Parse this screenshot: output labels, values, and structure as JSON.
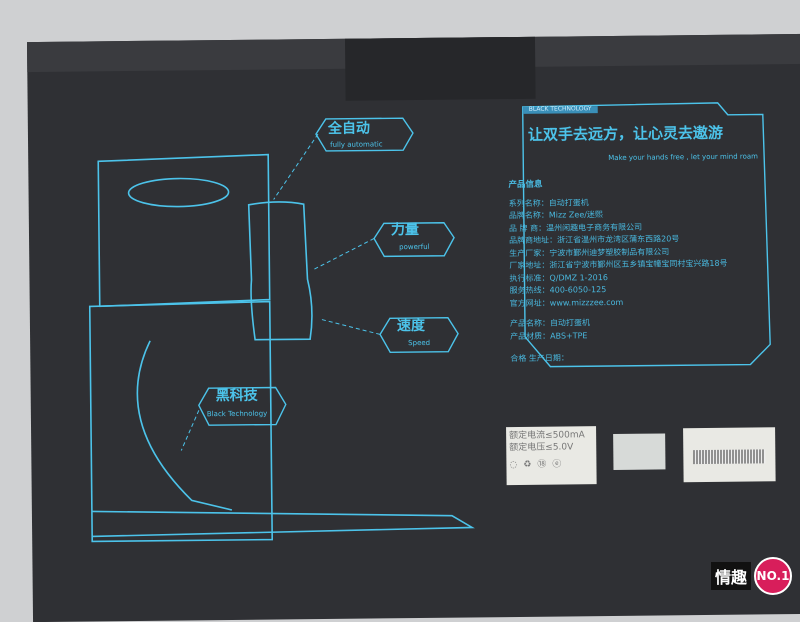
{
  "colors": {
    "box": "#2f3034",
    "line": "#4cc3ea",
    "floor": "#cfd0d2"
  },
  "features": [
    {
      "cn": "全自动",
      "en": "fully automatic"
    },
    {
      "cn": "力量",
      "en": "powerful"
    },
    {
      "cn": "速度",
      "en": "Speed"
    },
    {
      "cn": "黑科技",
      "en": "Black Technology"
    }
  ],
  "panel": {
    "tag": "BLACK TECHNOLOGY",
    "slogan_cn": "让双手去远方，让心灵去遨游",
    "slogan_en": "Make your hands free , let your mind roam",
    "heading": "产品信息",
    "rows": [
      "系列名称：自动打蛋机",
      "品牌名称：Mizz Zee/迷熙",
      "品  牌  商：温州闲趣电子商务有限公司",
      "品牌商地址：浙江省温州市龙湾区蒲东西路20号",
      "生产厂家：宁波市鄞州迪梦塑胶制品有限公司",
      "厂家地址：浙江省宁波市鄞州区五乡镇宝幢宝同村宝兴路18号",
      "执行标准：Q/DMZ 1-2016",
      "服务热线：400-6050-125",
      "官方网址：www.mizzzee.com"
    ],
    "rows2": [
      "产品名称：自动打蛋机",
      "产品材质：ABS+TPE"
    ],
    "footer": "合格  生产日期："
  },
  "labels": {
    "current": "额定电流≤500mA",
    "voltage": "额定电压≤5.0V"
  },
  "watermark": {
    "text": "情趣",
    "badge": "NO.1"
  }
}
